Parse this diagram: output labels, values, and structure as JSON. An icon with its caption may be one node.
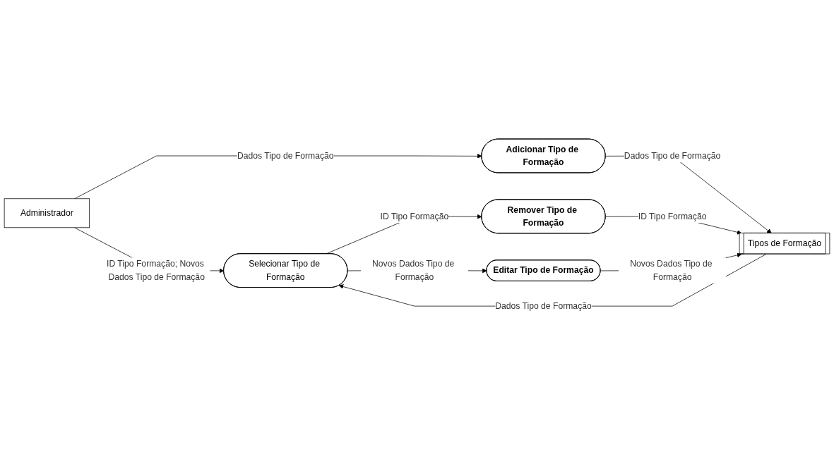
{
  "diagram": {
    "nodes": [
      {
        "text": [
          "Administrador"
        ]
      },
      {
        "text": [
          "Selecionar Tipo de Formação"
        ]
      },
      {
        "text": [
          "Editar Tipo de Formação"
        ]
      },
      {
        "text": [
          "Remover Tipo de Formação"
        ]
      },
      {
        "text": [
          "Adicionar Tipo de Formação"
        ]
      },
      {
        "text": [
          "Tipos de Formação"
        ]
      }
    ],
    "edges": [
      {
        "from": 0,
        "to": 1,
        "arrow": "to",
        "label": "ID Tipo Formação; Novos Dados Tipo de Formação"
      },
      {
        "from": 1,
        "to": 2,
        "arrow": "to",
        "label": "Novos Dados Tipo de Formação"
      },
      {
        "from": 1,
        "to": 3,
        "arrow": "to",
        "label": "ID Tipo Formação"
      },
      {
        "from": 5,
        "to": 1,
        "arrow": "to",
        "label": "Dados Tipo de Formação"
      },
      {
        "from": 0,
        "to": 4,
        "arrow": "to",
        "label": "Dados Tipo de Formação"
      },
      {
        "from": 4,
        "to": 5,
        "arrow": "to",
        "label": "Dados Tipo de Formação"
      },
      {
        "from": 3,
        "to": 5,
        "arrow": "to",
        "label": "ID Tipo Formação"
      },
      {
        "from": 2,
        "to": 5,
        "arrow": "to",
        "label": "Novos Dados Tipo de Formação"
      }
    ]
  }
}
